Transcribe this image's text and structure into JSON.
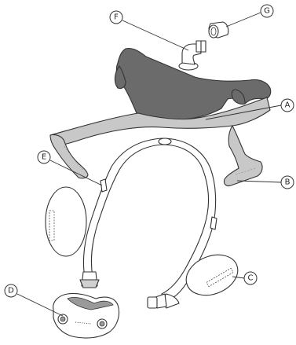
{
  "callouts": [
    {
      "id": "A",
      "letter": "A"
    },
    {
      "id": "B",
      "letter": "B"
    },
    {
      "id": "C",
      "letter": "C"
    },
    {
      "id": "D",
      "letter": "D"
    },
    {
      "id": "E",
      "letter": "E"
    },
    {
      "id": "F",
      "letter": "F"
    },
    {
      "id": "G",
      "letter": "G"
    }
  ],
  "colors": {
    "headgear_dark": "#6b6b6b",
    "headgear_light": "#c8c8c8",
    "outline": "#333333",
    "part_fill": "#ffffff",
    "cushion_shade": "#9a9a9a"
  }
}
